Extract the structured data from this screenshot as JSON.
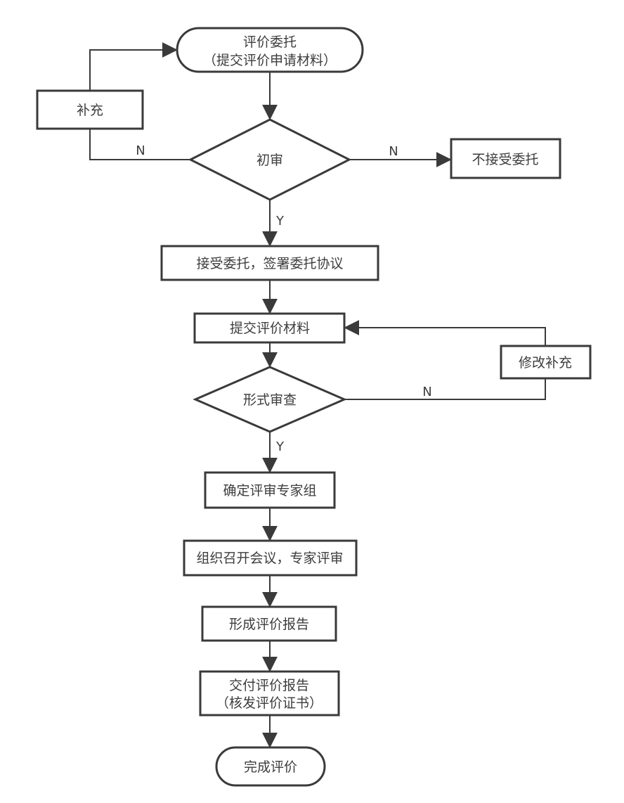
{
  "diagram": {
    "type": "flowchart",
    "colors": {
      "stroke": "#3a3a3a",
      "text": "#3d3d3d",
      "background": "#ffffff"
    },
    "nodes": {
      "start": {
        "shape": "terminal",
        "line1": "评价委托",
        "line2": "（提交评价申请材料）"
      },
      "supplement": {
        "shape": "process",
        "label": "补充"
      },
      "initial_review": {
        "shape": "decision",
        "label": "初审"
      },
      "reject": {
        "shape": "process",
        "label": "不接受委托"
      },
      "accept": {
        "shape": "process",
        "label": "接受委托，签署委托协议"
      },
      "submit_materials": {
        "shape": "process",
        "label": "提交评价材料"
      },
      "modify_supplement": {
        "shape": "process",
        "label": "修改补充"
      },
      "formal_review": {
        "shape": "decision",
        "label": "形式审查"
      },
      "expert_group": {
        "shape": "process",
        "label": "确定评审专家组"
      },
      "meeting": {
        "shape": "process",
        "label": "组织召开会议，专家评审"
      },
      "form_report": {
        "shape": "process",
        "label": "形成评价报告"
      },
      "deliver_report": {
        "shape": "process",
        "line1": "交付评价报告",
        "line2": "（核发评价证书）"
      },
      "finish": {
        "shape": "terminal",
        "label": "完成评价"
      }
    },
    "edge_labels": {
      "initial_review_no_left": "N",
      "initial_review_no_right": "N",
      "initial_review_yes": "Y",
      "formal_review_no": "N",
      "formal_review_yes": "Y"
    }
  }
}
